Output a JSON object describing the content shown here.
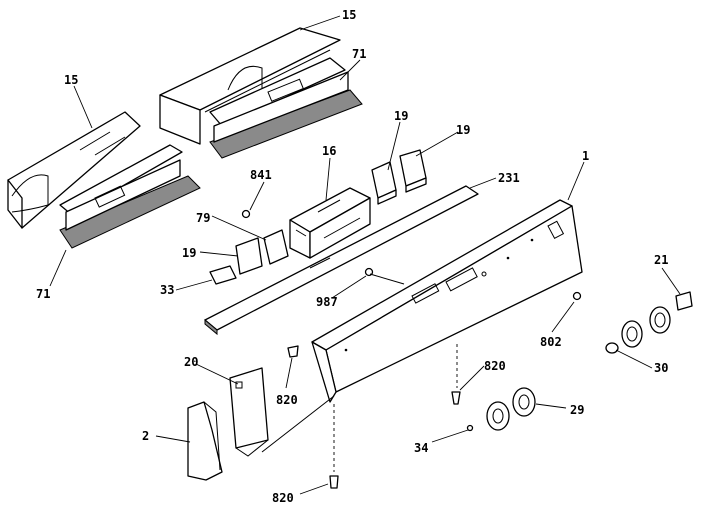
{
  "diagram": {
    "callouts": {
      "c15a": "15",
      "c15b": "15",
      "c71a": "71",
      "c71b": "71",
      "c19a": "19",
      "c19b": "19",
      "c19c": "19",
      "c16": "16",
      "c841": "841",
      "c231": "231",
      "c1": "1",
      "c79": "79",
      "c33": "33",
      "c987": "987",
      "c802": "802",
      "c21": "21",
      "c30": "30",
      "c20": "20",
      "c820a": "820",
      "c820b": "820",
      "c820c": "820",
      "c2": "2",
      "c34": "34",
      "c29": "29"
    }
  }
}
